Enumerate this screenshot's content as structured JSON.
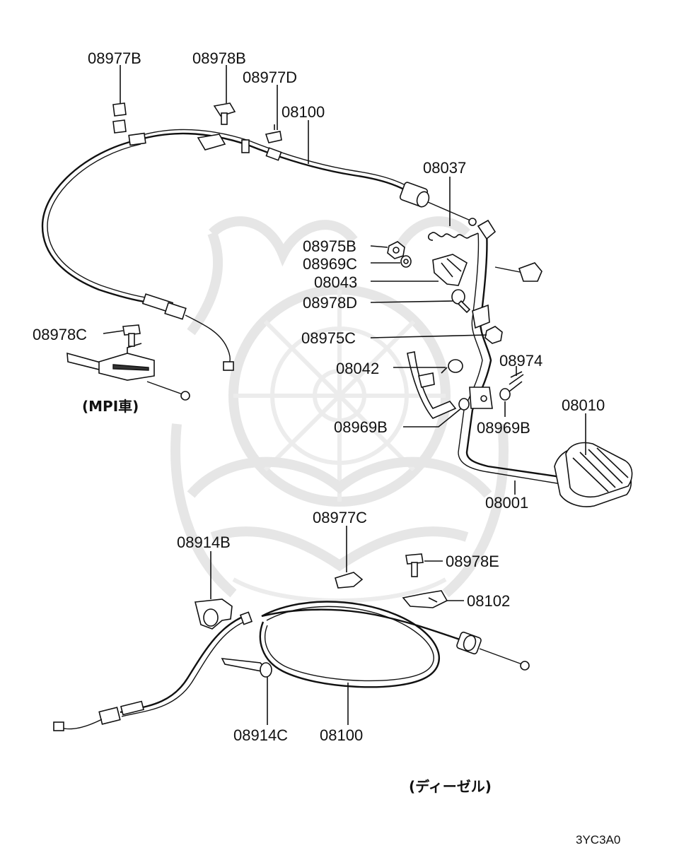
{
  "labels": {
    "p08977B": "08977B",
    "p08978B": "08978B",
    "p08977D": "08977D",
    "p08100_top": "08100",
    "p08037": "08037",
    "p08975B": "08975B",
    "p08969C": "08969C",
    "p08043": "08043",
    "p08978D": "08978D",
    "p08978C": "08978C",
    "p08975C": "08975C",
    "p08042": "08042",
    "p08974": "08974",
    "p08010": "08010",
    "p08969B_left": "08969B",
    "p08969B_right": "08969B",
    "p08001": "08001",
    "p08977C": "08977C",
    "p08914B": "08914B",
    "p08978E": "08978E",
    "p08102": "08102",
    "p08914C": "08914C",
    "p08100_bottom": "08100"
  },
  "captions": {
    "mpi": "(MPI車)",
    "diesel": "(ディーゼル)"
  },
  "diagram_code": "3YC3A0"
}
